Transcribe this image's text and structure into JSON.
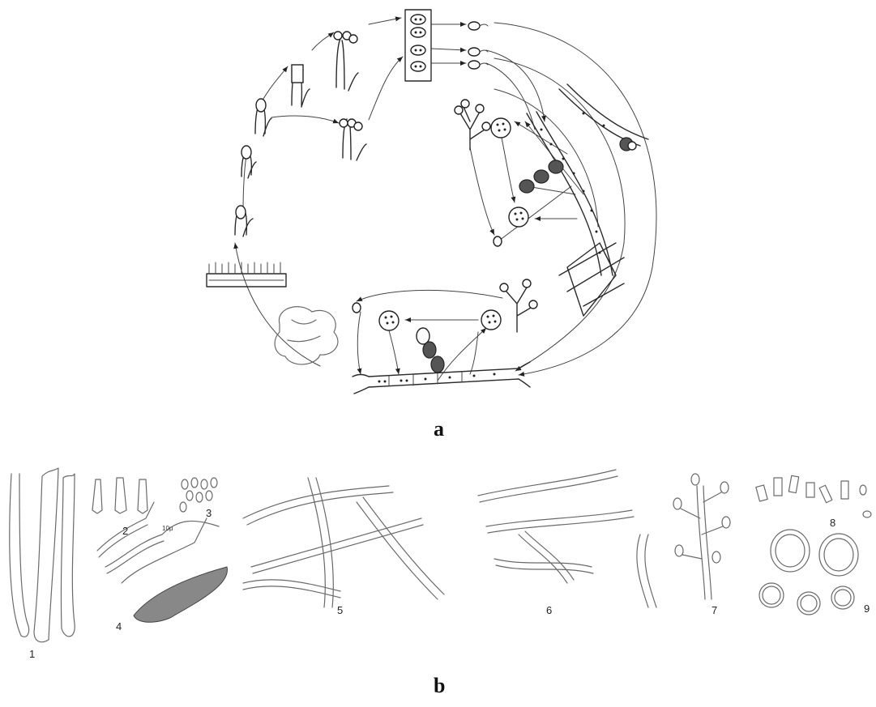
{
  "figure": {
    "panel_a_label": "a",
    "panel_b_label": "b",
    "panel_b_numbers": [
      "1",
      "2",
      "3",
      "4",
      "5",
      "6",
      "7",
      "8",
      "9"
    ],
    "scale_label": "10μ"
  },
  "colors": {
    "ink": "#2a2a2a",
    "gray_ink": "#6a6a6a",
    "background": "#ffffff"
  }
}
